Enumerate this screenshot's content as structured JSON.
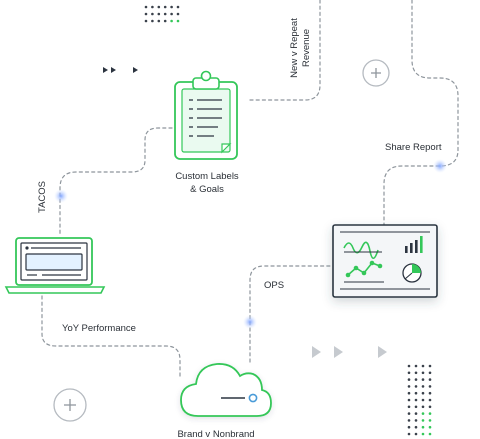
{
  "labels": {
    "custom_labels_line1": "Custom Labels",
    "custom_labels_line2": "& Goals",
    "new_v_repeat_line1": "New v Repeat",
    "new_v_repeat_line2": "Revenue",
    "share_report": "Share Report",
    "tacos": "TACOS",
    "ops": "OPS",
    "yoy_performance": "YoY Performance",
    "brand_v_nonbrand": "Brand v Nonbrand"
  },
  "colors": {
    "accent_green": "#34c759",
    "dark_stroke": "#2c3440",
    "connector_gray": "#8e959c",
    "glow_blue": "#8fb0ff",
    "dashboard_bg": "#f4f6f8"
  },
  "icons": {
    "clipboard": "clipboard-icon",
    "laptop": "laptop-icon",
    "dashboard": "dashboard-icon",
    "cloud": "cloud-icon",
    "plus_top": "plus-circle-icon",
    "plus_bottom": "plus-circle-icon",
    "arrows_top": "triple-arrow-icon",
    "arrows_mid": "triple-arrow-icon"
  }
}
